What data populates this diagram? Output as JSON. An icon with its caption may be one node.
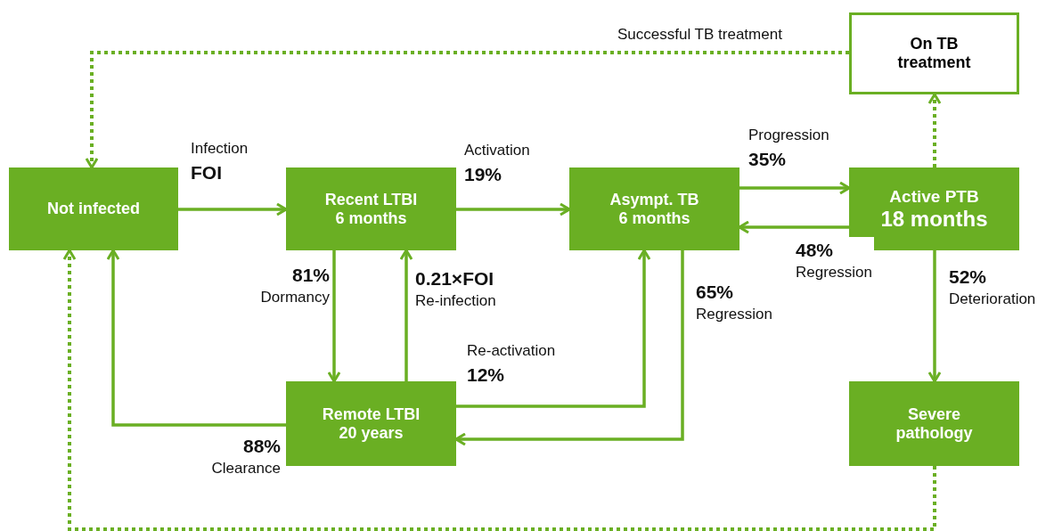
{
  "diagram": {
    "nodes": [
      {
        "text": [
          "Not infected"
        ]
      },
      {
        "text": [
          "Recent LTBI",
          "6 months"
        ]
      },
      {
        "text": [
          "Asympt. TB",
          "6 months"
        ]
      },
      {
        "text": [
          "Active PTB",
          "18 months"
        ]
      },
      {
        "text": [
          "On TB treatment"
        ]
      },
      {
        "text": [
          "Remote LTBI",
          "20 years"
        ]
      },
      {
        "text": [
          "Severe pathology"
        ]
      }
    ],
    "edges": [
      {
        "from": 0,
        "to": 1,
        "arrow": "to",
        "label": "Infection **FOI**"
      },
      {
        "from": 1,
        "to": 2,
        "arrow": "to",
        "label": "Activation **19%**"
      },
      {
        "from": 2,
        "to": 3,
        "arrow": "to",
        "label": "Progression **35%**"
      },
      {
        "from": 3,
        "to": 2,
        "arrow": "to",
        "label": "**48%** Regression"
      },
      {
        "from": 3,
        "to": 4,
        "arrow": "to",
        "style": "dashed"
      },
      {
        "from": 4,
        "to": 0,
        "arrow": "to",
        "style": "dashed",
        "label": "Successful TB treatment"
      },
      {
        "from": 1,
        "to": 5,
        "arrow": "to",
        "label": "**81%** Dormancy"
      },
      {
        "from": 5,
        "to": 1,
        "arrow": "to",
        "label": "**0.21×FOI** Re-infection"
      },
      {
        "from": 5,
        "to": 0,
        "arrow": "to",
        "label": "**88%** Clearance"
      },
      {
        "from": 5,
        "to": 2,
        "arrow": "to",
        "label": "Re-activation **12%**"
      },
      {
        "from": 2,
        "to": 5,
        "arrow": "to",
        "label": "**65%** Regression"
      },
      {
        "from": 3,
        "to": 6,
        "arrow": "to",
        "label": "**52%** Deterioration"
      },
      {
        "from": 6,
        "to": 0,
        "arrow": "to",
        "style": "dashed"
      }
    ]
  }
}
